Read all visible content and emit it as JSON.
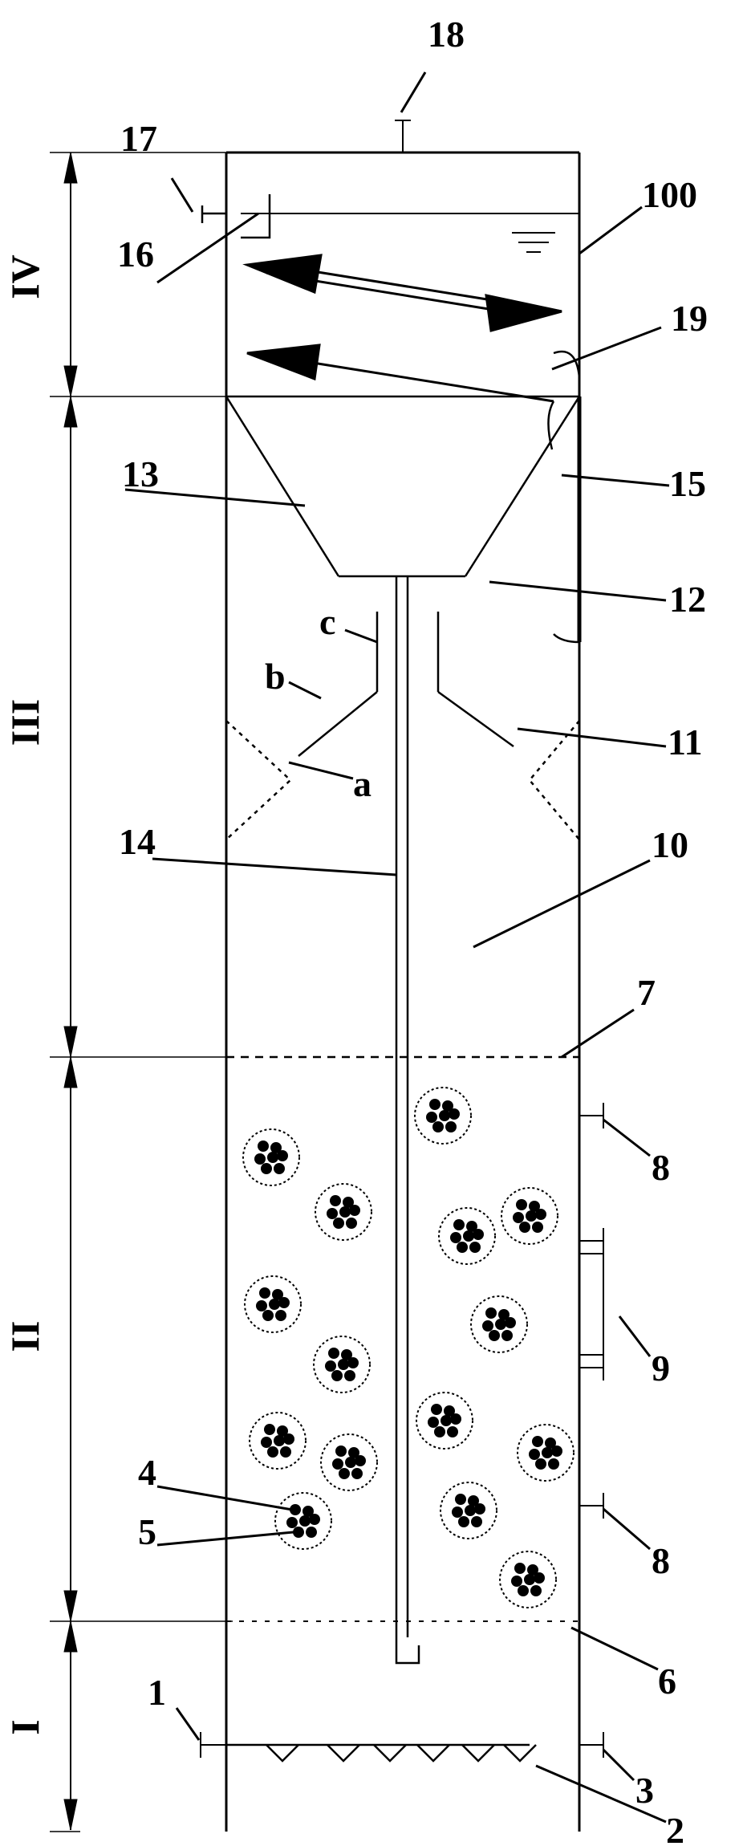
{
  "labels": {
    "n1": "1",
    "n2": "2",
    "n3": "3",
    "n4": "4",
    "n5": "5",
    "n6": "6",
    "n7": "7",
    "n8a": "8",
    "n8b": "8",
    "n9": "9",
    "n10": "10",
    "n11": "11",
    "n12": "12",
    "n13": "13",
    "n14": "14",
    "n15": "15",
    "n16": "16",
    "n17": "17",
    "n18": "18",
    "n19": "19",
    "n100": "100",
    "a": "a",
    "b": "b",
    "c": "c"
  },
  "zones": {
    "I": "I",
    "II": "II",
    "III": "III",
    "IV": "IV"
  },
  "colors": {
    "line": "#000000",
    "background": "#ffffff"
  }
}
